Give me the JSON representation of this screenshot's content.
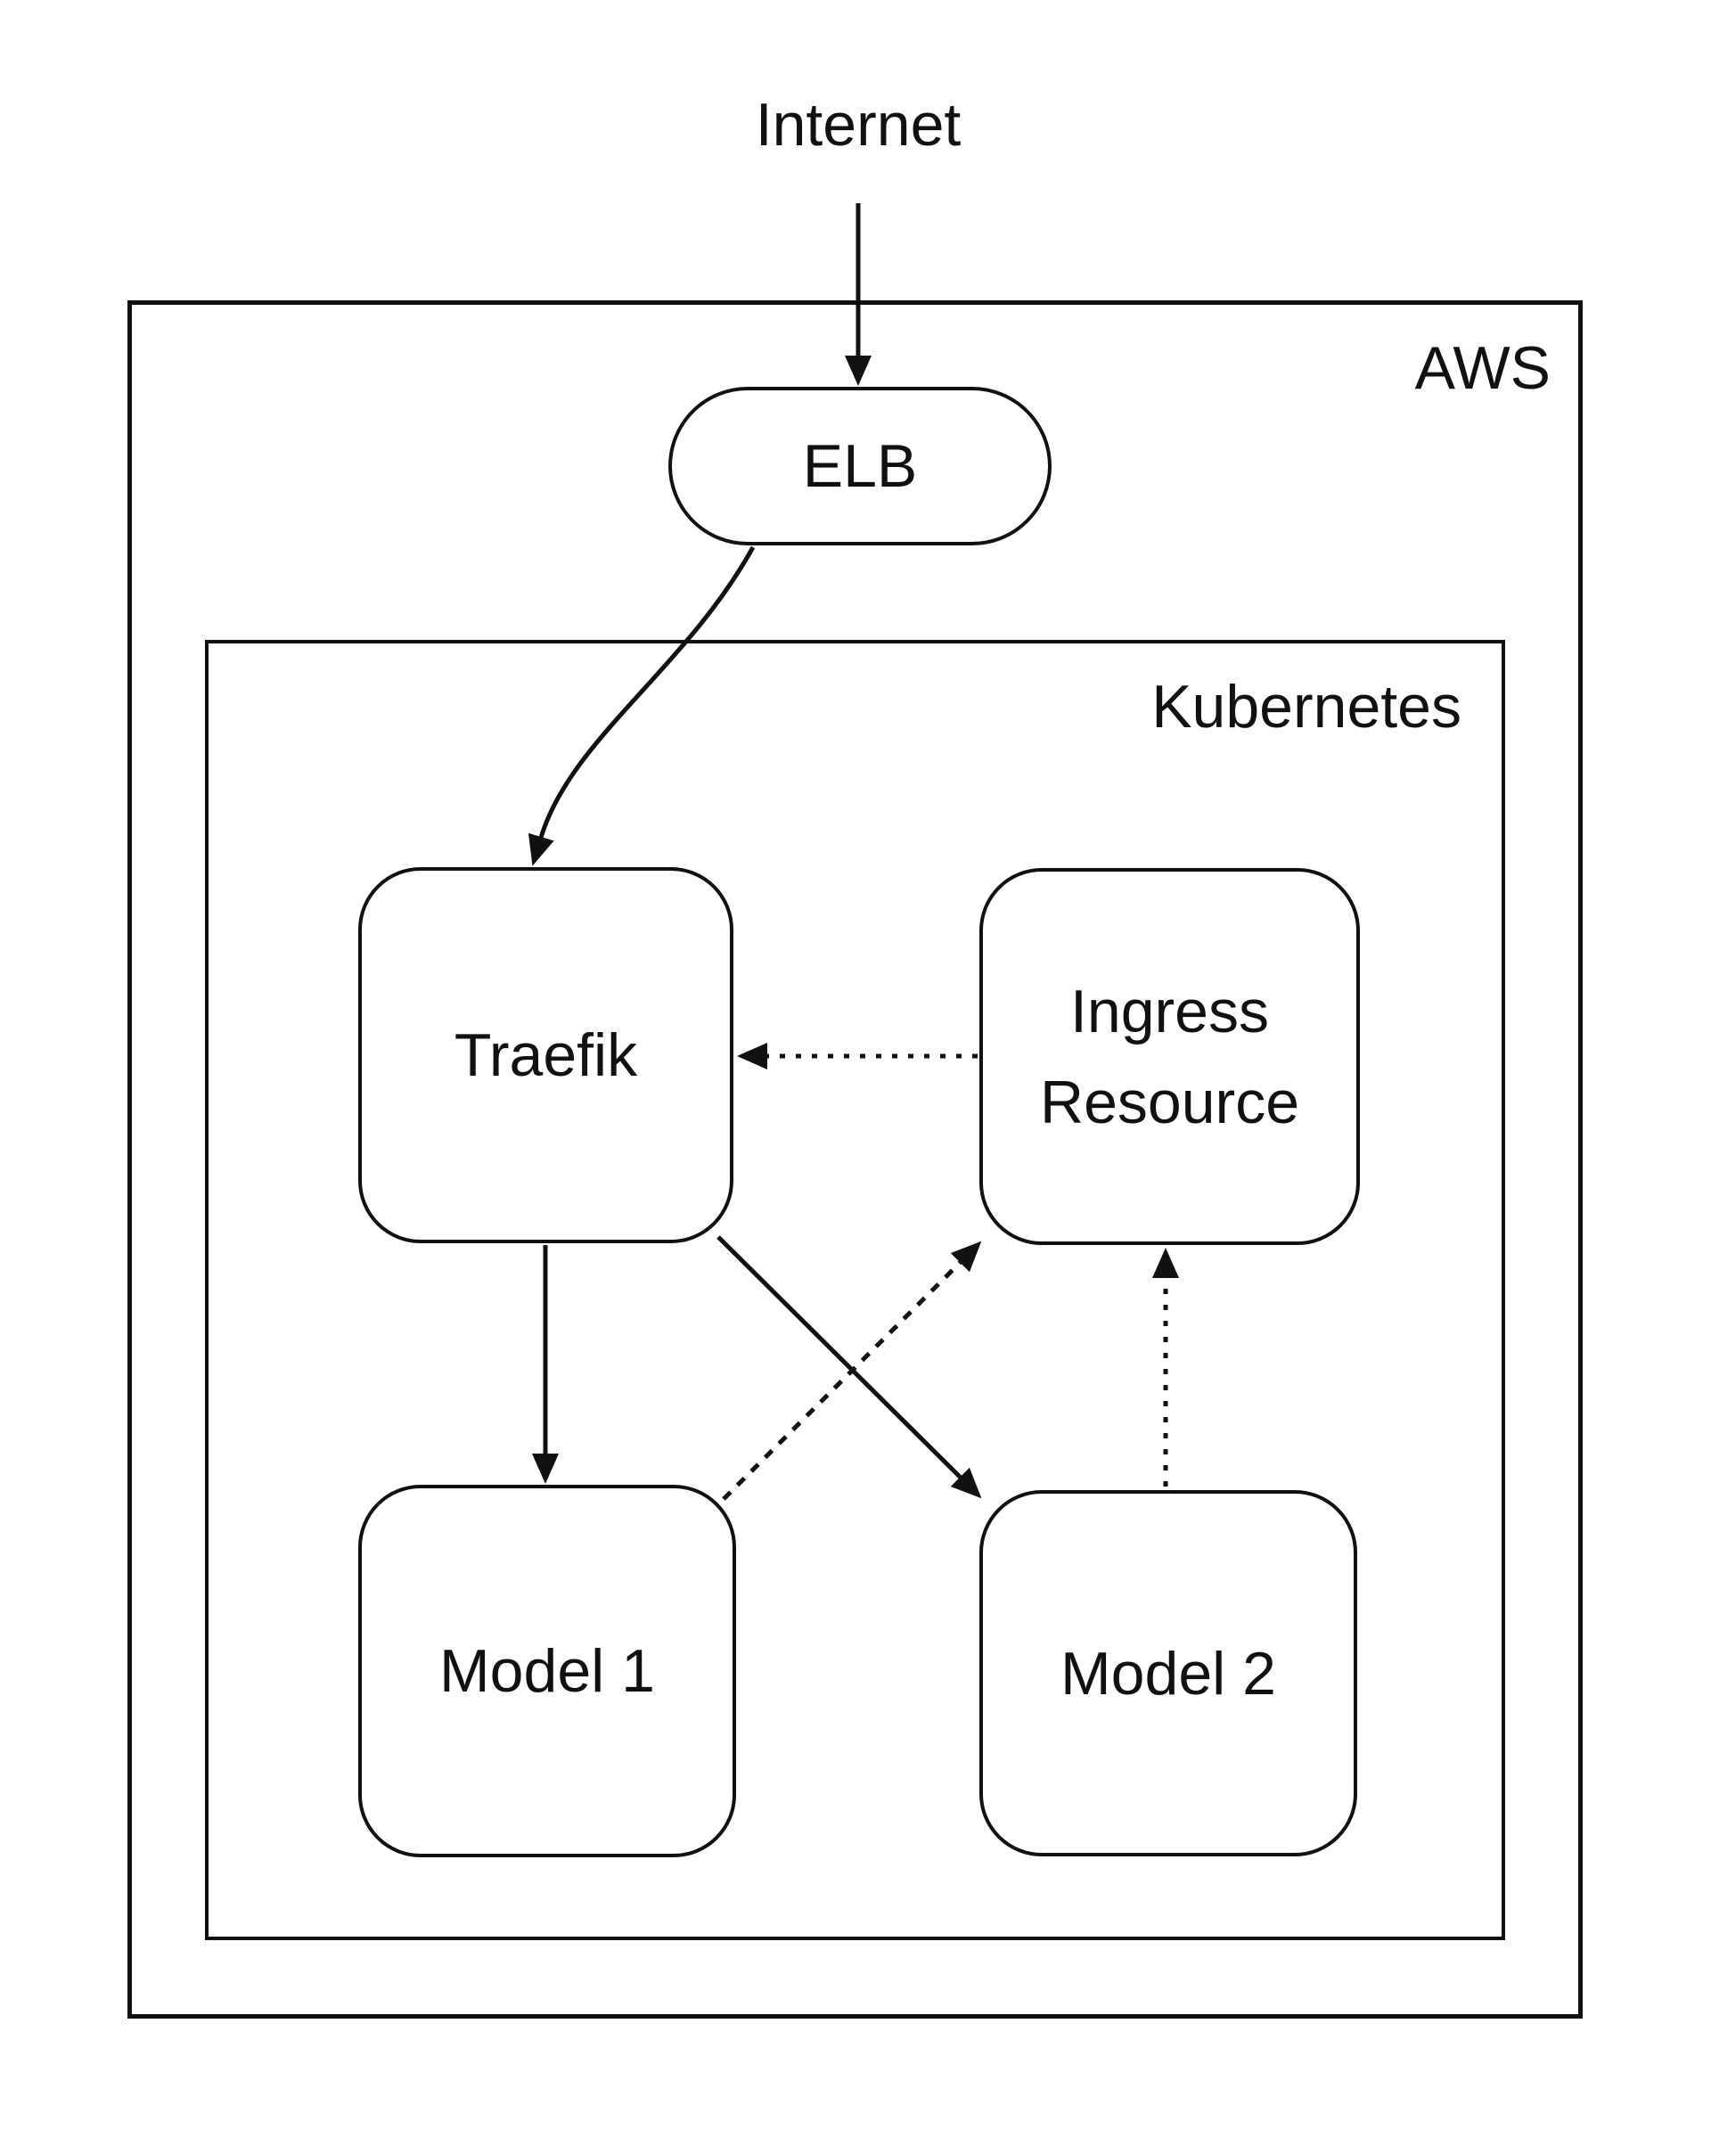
{
  "diagram": {
    "colors": {
      "stroke": "#111111",
      "text": "#111111",
      "background": "#ffffff"
    },
    "nodes": {
      "internet": {
        "label": "Internet",
        "shape": "text"
      },
      "aws": {
        "label": "AWS",
        "shape": "container"
      },
      "elb": {
        "label": "ELB",
        "shape": "pill"
      },
      "kubernetes": {
        "label": "Kubernetes",
        "shape": "container"
      },
      "traefik": {
        "label": "Traefik",
        "shape": "rounded-box"
      },
      "ingress": {
        "label": "Ingress Resource",
        "shape": "rounded-box"
      },
      "model1": {
        "label": "Model 1",
        "shape": "rounded-box"
      },
      "model2": {
        "label": "Model 2",
        "shape": "rounded-box"
      }
    },
    "edges": [
      {
        "from": "Internet",
        "to": "ELB",
        "style": "solid"
      },
      {
        "from": "ELB",
        "to": "Traefik",
        "style": "solid-curved"
      },
      {
        "from": "Ingress Resource",
        "to": "Traefik",
        "style": "dotted"
      },
      {
        "from": "Traefik",
        "to": "Model 1",
        "style": "solid"
      },
      {
        "from": "Traefik",
        "to": "Model 2",
        "style": "solid"
      },
      {
        "from": "Model 1",
        "to": "Ingress Resource",
        "style": "dotted"
      },
      {
        "from": "Model 2",
        "to": "Ingress Resource",
        "style": "dotted"
      }
    ]
  }
}
